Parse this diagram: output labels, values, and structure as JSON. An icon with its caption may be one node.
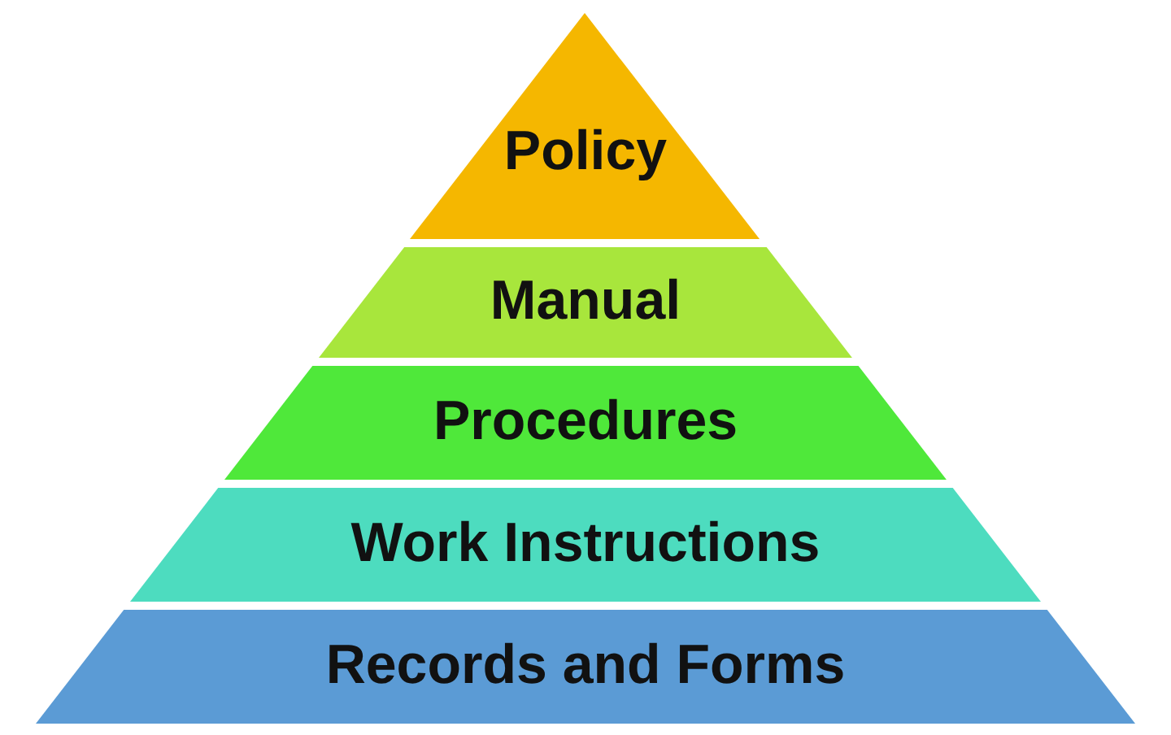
{
  "diagram": {
    "nodes": [
      {
        "text": [
          "Policy"
        ]
      },
      {
        "text": [
          "Manual"
        ]
      },
      {
        "text": [
          "Procedures"
        ]
      },
      {
        "text": [
          "Work Instructions"
        ]
      },
      {
        "text": [
          "Records and Forms"
        ]
      }
    ]
  }
}
